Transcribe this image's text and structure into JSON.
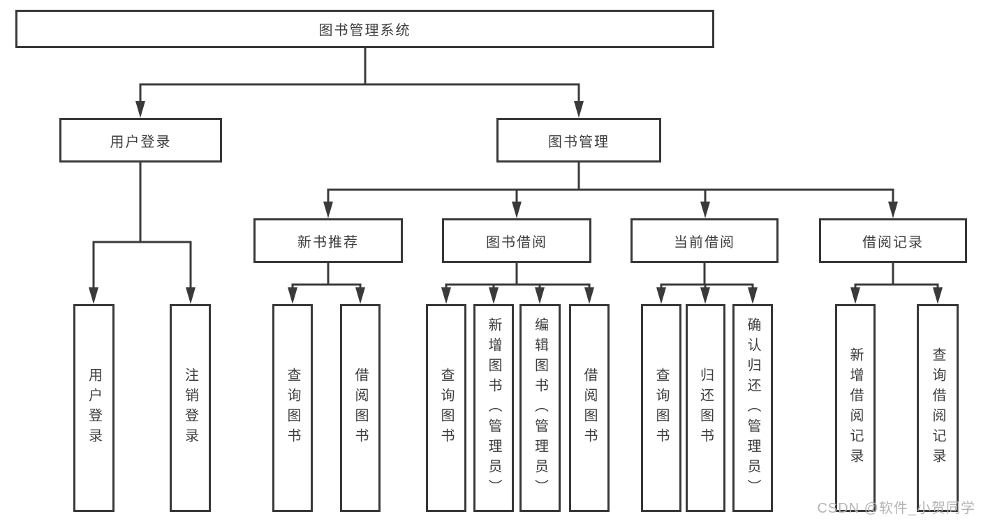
{
  "diagram": {
    "root": {
      "label": "图书管理系统"
    },
    "level2": [
      {
        "label": "用户登录"
      },
      {
        "label": "图书管理"
      }
    ],
    "level3": [
      {
        "label": "新书推荐",
        "parent": "图书管理"
      },
      {
        "label": "图书借阅",
        "parent": "图书管理"
      },
      {
        "label": "当前借阅",
        "parent": "图书管理"
      },
      {
        "label": "借阅记录",
        "parent": "图书管理"
      }
    ],
    "leaves": [
      {
        "label": "用户登录",
        "parent": "用户登录"
      },
      {
        "label": "注销登录",
        "parent": "用户登录"
      },
      {
        "label": "查询图书",
        "parent": "新书推荐"
      },
      {
        "label": "借阅图书",
        "parent": "新书推荐"
      },
      {
        "label": "查询图书",
        "parent": "图书借阅"
      },
      {
        "label": "新增图书（管理员）",
        "parent": "图书借阅"
      },
      {
        "label": "编辑图书（管理员）",
        "parent": "图书借阅"
      },
      {
        "label": "借阅图书",
        "parent": "图书借阅"
      },
      {
        "label": "查询图书",
        "parent": "当前借阅"
      },
      {
        "label": "归还图书",
        "parent": "当前借阅"
      },
      {
        "label": "确认归还（管理员）",
        "parent": "当前借阅"
      },
      {
        "label": "新增借阅记录",
        "parent": "借阅记录"
      },
      {
        "label": "查询借阅记录",
        "parent": "借阅记录"
      }
    ],
    "colors": {
      "line": "#3a3a3a",
      "box_border": "#383838",
      "box_fill": "#ffffff",
      "text": "#3d3d3d",
      "background": "#ffffff"
    }
  },
  "watermark": {
    "text": "CSDN @软件_小贺同学",
    "color": "#b4b4b4"
  }
}
